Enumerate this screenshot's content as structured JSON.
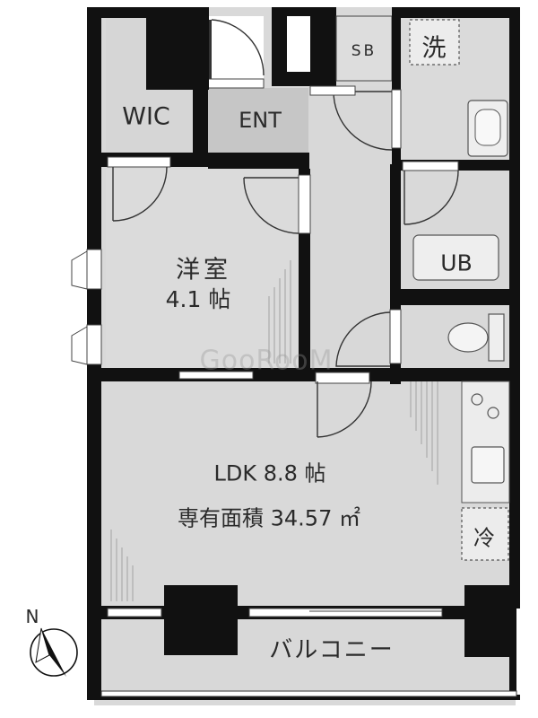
{
  "rooms": {
    "wic": "WIC",
    "entrance": "ENT",
    "shoe_box": "SB",
    "washer": "洗",
    "bath": "UB",
    "western_room": "洋室",
    "western_room_size": "4.1 帖",
    "ldk": "LDK 8.8 帖",
    "area": "専有面積 34.57 ㎡",
    "fridge": "冷",
    "balcony": "バルコニー"
  },
  "compass": {
    "north": "N"
  },
  "watermark": "GooRooM",
  "colors": {
    "wall": "#111111",
    "room": "#d9d9d9",
    "room_dark": "#c9c9c9",
    "fixture_fill": "#eeeeee",
    "line": "#555555"
  }
}
